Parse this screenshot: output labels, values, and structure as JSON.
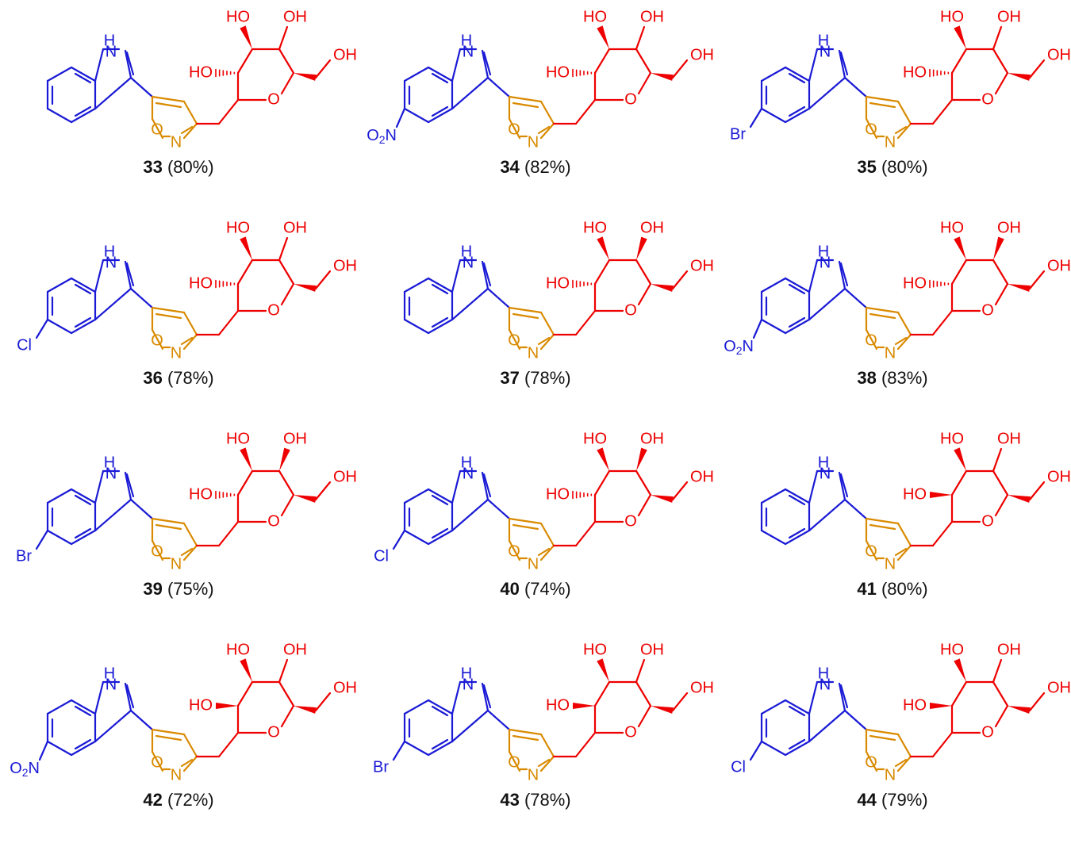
{
  "colors": {
    "indole": "#1a1ad6",
    "isoxazole": "#d98a00",
    "sugar": "#ee0000",
    "text": "#111111"
  },
  "atom_labels": {
    "nh": "H",
    "n": "N",
    "o": "O",
    "oh_right": "OH",
    "ho_left": "HO",
    "o2n_o": "O",
    "o2n_2": "2",
    "o2n_n": "N",
    "br": "Br",
    "cl": "Cl"
  },
  "compounds": [
    {
      "id": "33",
      "yield": "(80%)",
      "substituent": "",
      "sugar_pattern": "A"
    },
    {
      "id": "34",
      "yield": "(82%)",
      "substituent": "NO2",
      "sugar_pattern": "A"
    },
    {
      "id": "35",
      "yield": "(80%)",
      "substituent": "Br",
      "sugar_pattern": "A"
    },
    {
      "id": "36",
      "yield": "(78%)",
      "substituent": "Cl",
      "sugar_pattern": "A"
    },
    {
      "id": "37",
      "yield": "(78%)",
      "substituent": "",
      "sugar_pattern": "B"
    },
    {
      "id": "38",
      "yield": "(83%)",
      "substituent": "NO2",
      "sugar_pattern": "B"
    },
    {
      "id": "39",
      "yield": "(75%)",
      "substituent": "Br",
      "sugar_pattern": "B"
    },
    {
      "id": "40",
      "yield": "(74%)",
      "substituent": "Cl",
      "sugar_pattern": "B"
    },
    {
      "id": "41",
      "yield": "(80%)",
      "substituent": "",
      "sugar_pattern": "C"
    },
    {
      "id": "42",
      "yield": "(72%)",
      "substituent": "NO2",
      "sugar_pattern": "C"
    },
    {
      "id": "43",
      "yield": "(78%)",
      "substituent": "Br",
      "sugar_pattern": "C"
    },
    {
      "id": "44",
      "yield": "(79%)",
      "substituent": "Cl",
      "sugar_pattern": "C"
    }
  ]
}
